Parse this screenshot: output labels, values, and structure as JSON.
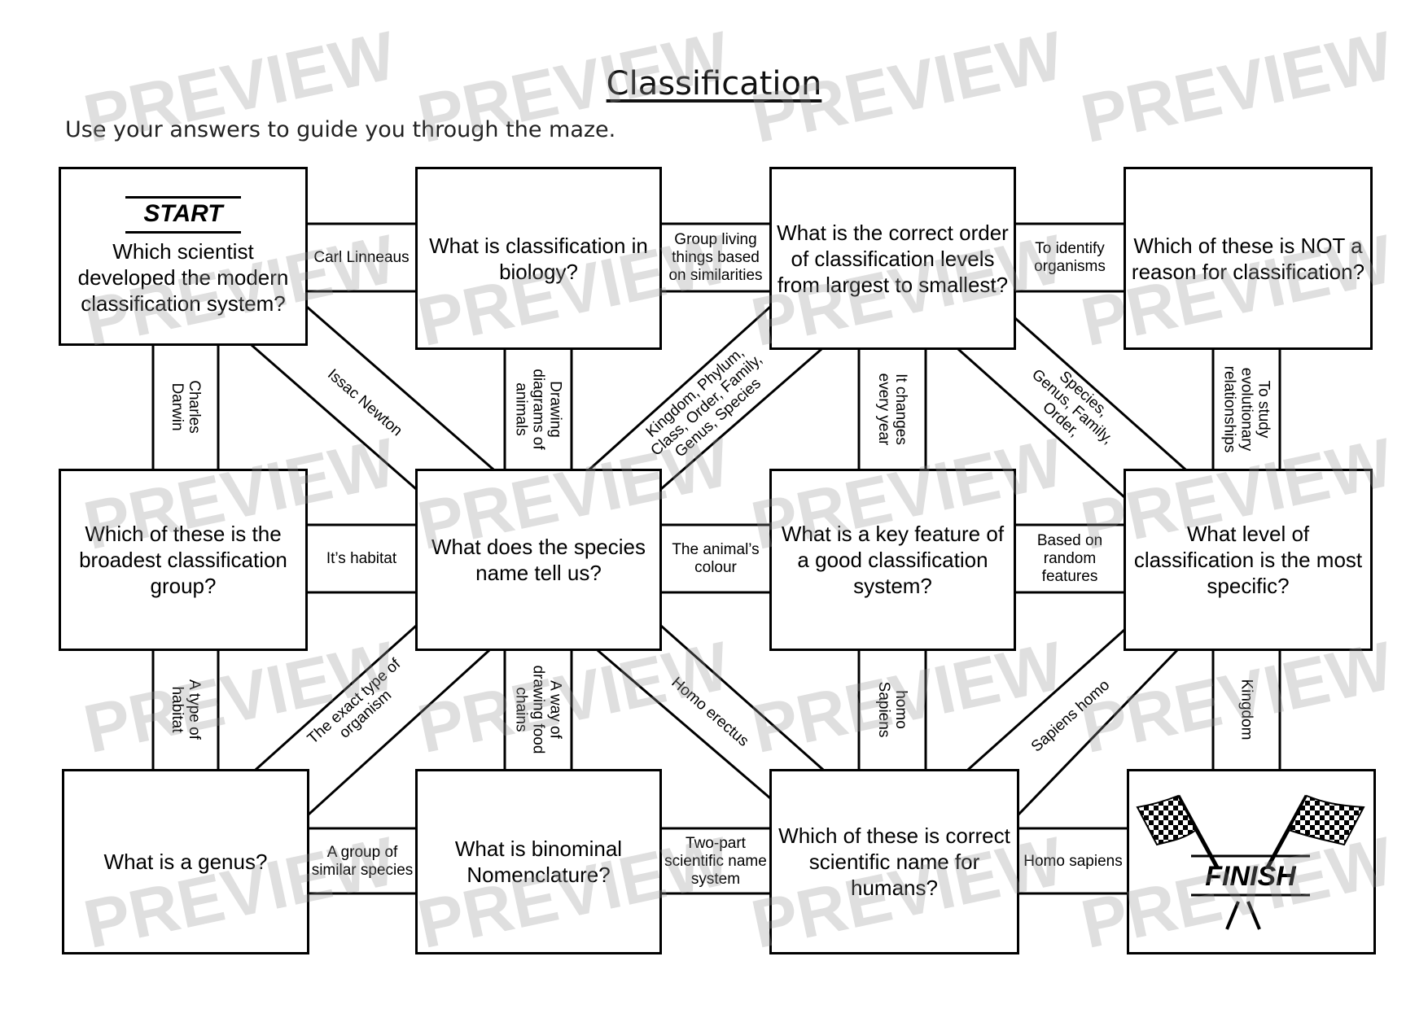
{
  "title": "Classification",
  "instructions": "Use your answers to guide you through the maze.",
  "start_label": "START",
  "finish_label": "FINISH",
  "watermark": "PREVIEW",
  "questions": {
    "q1": "Which scientist developed the modern classification system?",
    "q2": "What is classification in biology?",
    "q3": "What is the correct order of classification levels from largest to smallest?",
    "q4": "Which of these is NOT a reason for classification?",
    "q5": "Which of these is the broadest classification group?",
    "q6": "What does the species name tell us?",
    "q7": "What is a key feature of a good classification system?",
    "q8": "What level of classification is the most specific?",
    "q9": "What is a genus?",
    "q10": "What is binominal Nomenclature?",
    "q11": "Which of these is correct scientific name for humans?"
  },
  "answers": {
    "carl_linneaus": "Carl Linneaus",
    "group_living": "Group living things based on similarities",
    "to_identify": "To identify organisms",
    "its_habitat": "It’s habitat",
    "animals_colour": "The animal’s colour",
    "random_features": "Based on random features",
    "group_similar": "A group of similar species",
    "two_part": "Two-part scientific name system",
    "homo_sapiens_h": "Homo sapiens",
    "charles_darwin": "Charles Darwin",
    "drawing_diagrams": "Drawing diagrams of animals",
    "changes_every_year": "It changes every year",
    "evolutionary": "To study evolutionary relationships",
    "type_of_habitat": "A type of habitat",
    "food_chains": "A way of drawing food chains",
    "homo_sapiens_v": "homo Sapiens",
    "kingdom": "Kingdom",
    "isaac_newton": "Issac Newton",
    "kingdom_phylum": "Kingdom, Phylum, Class, Order, Family, Genus, Species",
    "species_genus": "Species, Genus, Family, Order,",
    "exact_type": "The exact type of organism",
    "homo_erectus": "Homo erectus",
    "sapiens_homo": "Sapiens homo"
  }
}
